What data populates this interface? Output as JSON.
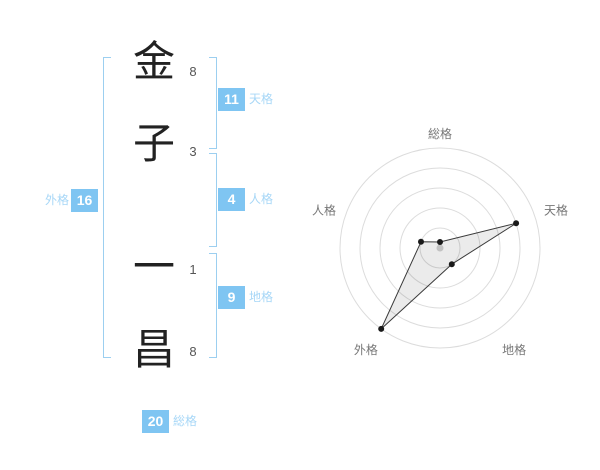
{
  "name": {
    "characters": [
      {
        "char": "金",
        "strokes": "8"
      },
      {
        "char": "子",
        "strokes": "3"
      },
      {
        "char": "一",
        "strokes": "1"
      },
      {
        "char": "昌",
        "strokes": "8"
      }
    ]
  },
  "kaku": {
    "tenkaku": {
      "label": "天格",
      "value": "11"
    },
    "jinkaku": {
      "label": "人格",
      "value": "4"
    },
    "chikaku": {
      "label": "地格",
      "value": "9"
    },
    "gaikaku": {
      "label": "外格",
      "value": "16"
    },
    "soukaku": {
      "label": "総格",
      "value": "20"
    }
  },
  "colors": {
    "accent": "#7fc5f2",
    "label": "#a7d7f7",
    "bracket": "#9ccff0",
    "ring": "#dcdcdc",
    "axis_label": "#777777",
    "polygon_stroke": "#3a3a3a",
    "dot": "#1a1a1a",
    "center_dot": "#c2c2c2"
  },
  "chart_data": {
    "type": "radar",
    "title": "",
    "categories": [
      "総格",
      "天格",
      "地格",
      "外格",
      "人格"
    ],
    "values": [
      0.3,
      4,
      1,
      5,
      1
    ],
    "max": 5,
    "rings": 5,
    "start_angle_deg": -90,
    "direction": "clockwise",
    "legend": "none",
    "grid": "concentric-circles"
  }
}
